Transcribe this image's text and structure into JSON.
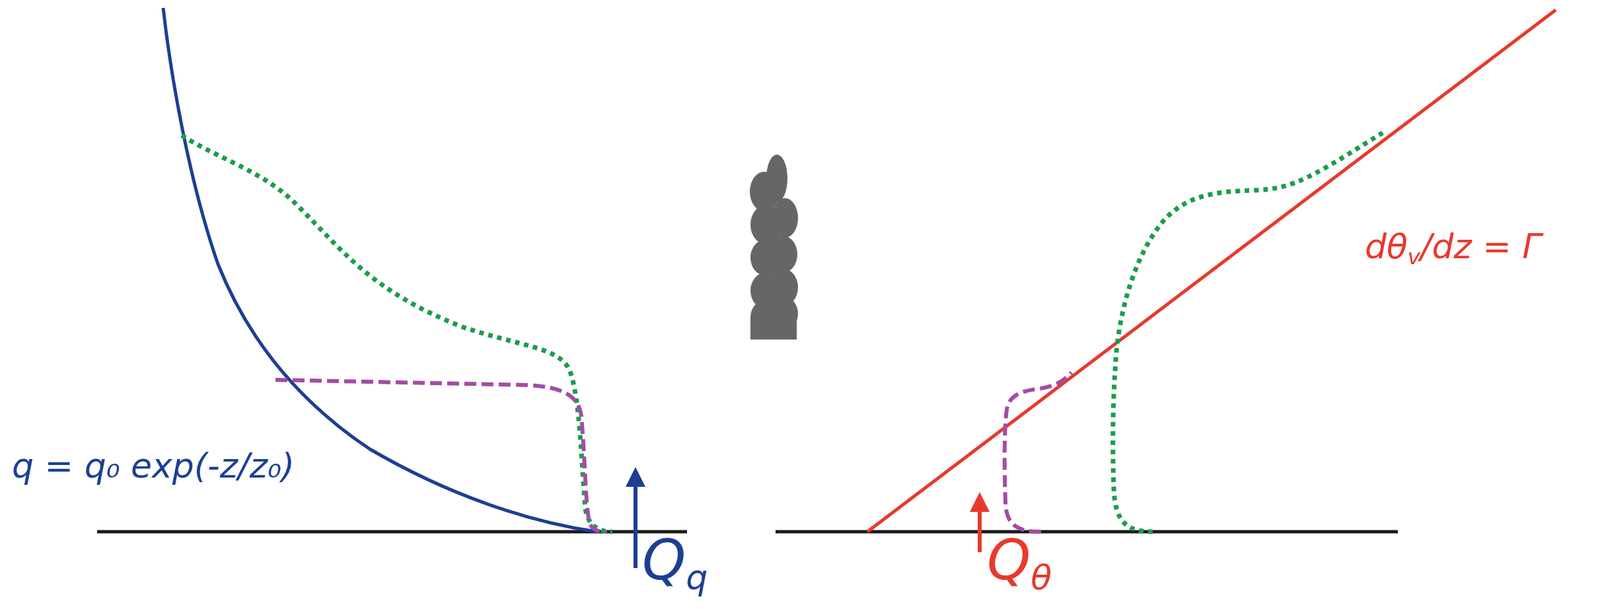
{
  "diagram": {
    "labels": [
      "q = q₀ exp(-z/z₀)",
      "Q",
      "q",
      "Q",
      "θ",
      "dθ",
      "v",
      "/dz = Γ"
    ]
  }
}
